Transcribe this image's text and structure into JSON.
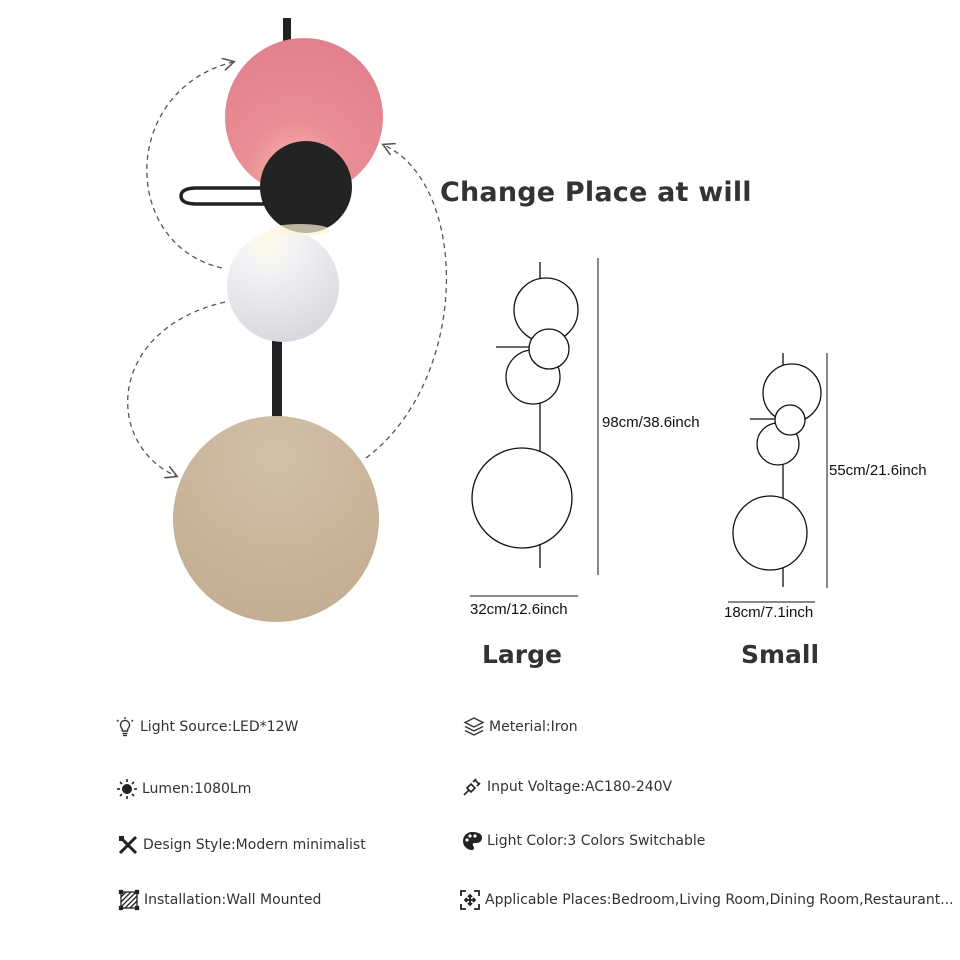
{
  "headline": "Change Place at will",
  "sizes": {
    "large": {
      "name": "Large",
      "height": "98cm/38.6inch",
      "width": "32cm/12.6inch"
    },
    "small": {
      "name": "Small",
      "height": "55cm/21.6inch",
      "width": "18cm/7.1inch"
    }
  },
  "specs": [
    {
      "icon": "bulb-icon",
      "label": "Light Source:",
      "value": "LED*12W"
    },
    {
      "icon": "layers-icon",
      "label": "Meterial:",
      "value": "Iron"
    },
    {
      "icon": "sun-icon",
      "label": "Lumen:",
      "value": "1080Lm"
    },
    {
      "icon": "plug-icon",
      "label": "Input Voltage:",
      "value": "AC180-240V"
    },
    {
      "icon": "design-tools-icon",
      "label": "Design Style:",
      "value": " Modern minimalist"
    },
    {
      "icon": "palette-icon",
      "label": "Light Color:",
      "value": "3 Colors Switchable"
    },
    {
      "icon": "install-frame-icon",
      "label": "Installation:",
      "value": "Wall Mounted"
    },
    {
      "icon": "expand-icon",
      "label": "Applicable Places:",
      "value": "Bedroom,Living Room,Dining Room,Restaurant..."
    }
  ],
  "colors": {
    "pink": "#e8868f",
    "black": "#222222",
    "white": "#f2f2f4",
    "beige": "#c9b49b"
  }
}
